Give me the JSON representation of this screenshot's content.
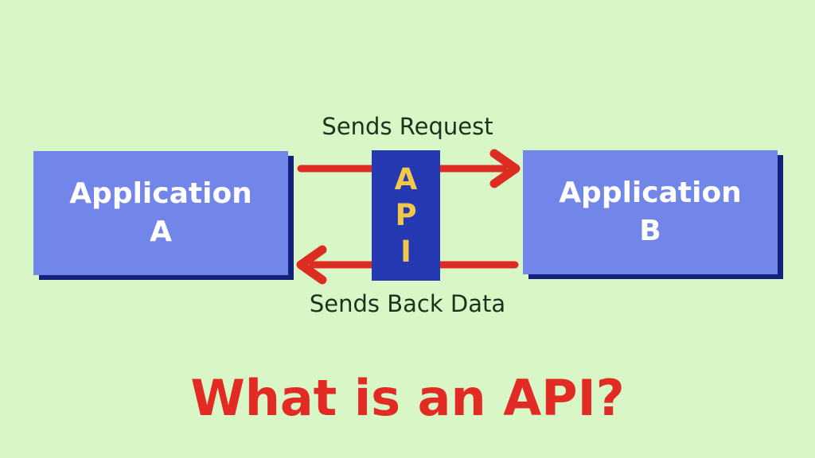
{
  "title": "What is an API?",
  "diagram": {
    "application_a": {
      "line1": "Application",
      "line2": "A"
    },
    "application_b": {
      "line1": "Application",
      "line2": "B"
    },
    "api": {
      "letters": [
        "A",
        "P",
        "I"
      ]
    },
    "request_label": "Sends Request",
    "response_label": "Sends Back Data"
  },
  "colors": {
    "background": "#d9f7c6",
    "app_box_fill": "#7186e8",
    "app_box_shadow": "#13227d",
    "api_box_fill": "#2439b2",
    "api_letters": "#f2c84b",
    "arrow_red": "#dd2d22",
    "title_red": "#e12b24",
    "label_text": "#18341e",
    "app_box_text": "#ffffff"
  }
}
